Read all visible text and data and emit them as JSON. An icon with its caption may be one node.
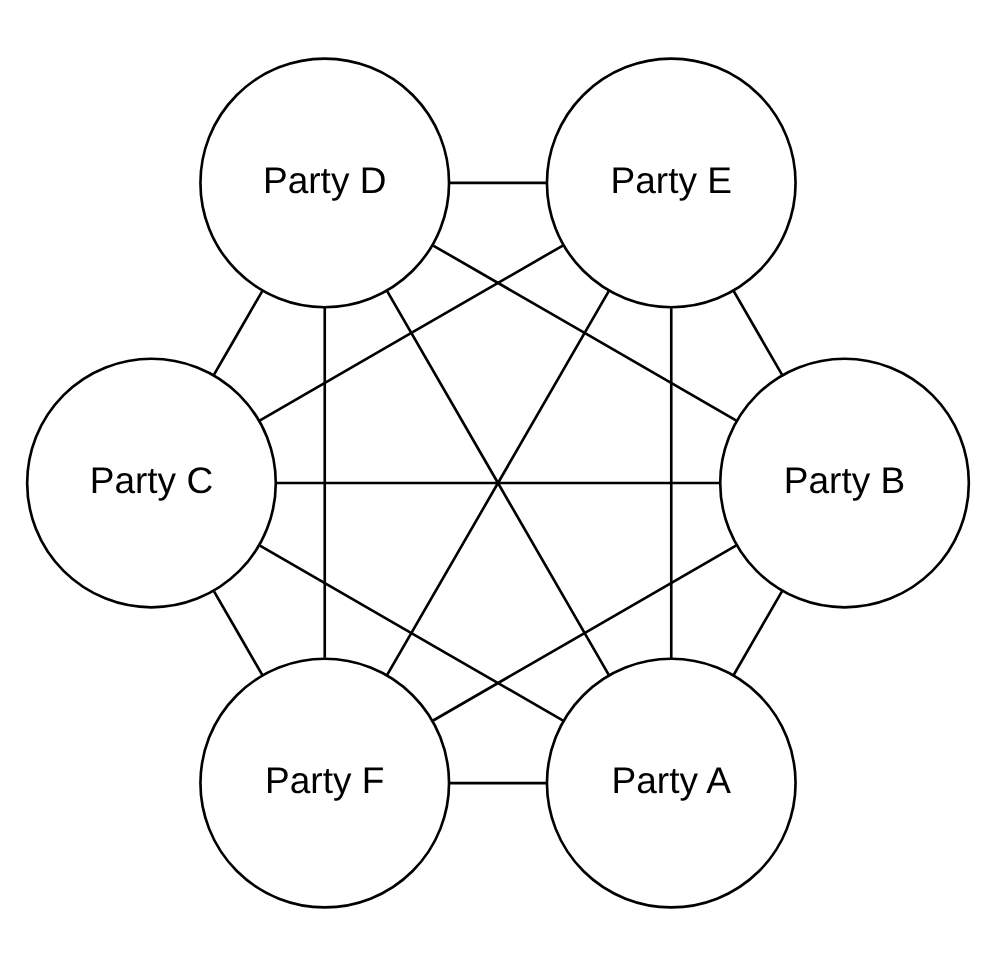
{
  "diagram": {
    "nodes": [
      {
        "text": [
          "Party A"
        ]
      },
      {
        "text": [
          "Party B"
        ]
      },
      {
        "text": [
          "Party C"
        ]
      },
      {
        "text": [
          "Party D"
        ]
      },
      {
        "text": [
          "Party E"
        ]
      },
      {
        "text": [
          "Party F"
        ]
      }
    ],
    "edges": [
      {
        "from": 0,
        "to": 1,
        "arrow": "none"
      },
      {
        "from": 0,
        "to": 2,
        "arrow": "none"
      },
      {
        "from": 0,
        "to": 3,
        "arrow": "none"
      },
      {
        "from": 0,
        "to": 4,
        "arrow": "none"
      },
      {
        "from": 0,
        "to": 5,
        "arrow": "none"
      },
      {
        "from": 1,
        "to": 2,
        "arrow": "none"
      },
      {
        "from": 1,
        "to": 3,
        "arrow": "none"
      },
      {
        "from": 1,
        "to": 4,
        "arrow": "none"
      },
      {
        "from": 1,
        "to": 5,
        "arrow": "none"
      },
      {
        "from": 2,
        "to": 3,
        "arrow": "none"
      },
      {
        "from": 2,
        "to": 4,
        "arrow": "none"
      },
      {
        "from": 2,
        "to": 5,
        "arrow": "none"
      },
      {
        "from": 3,
        "to": 4,
        "arrow": "none"
      },
      {
        "from": 3,
        "to": 5,
        "arrow": "none"
      },
      {
        "from": 4,
        "to": 5,
        "arrow": "none"
      }
    ]
  }
}
